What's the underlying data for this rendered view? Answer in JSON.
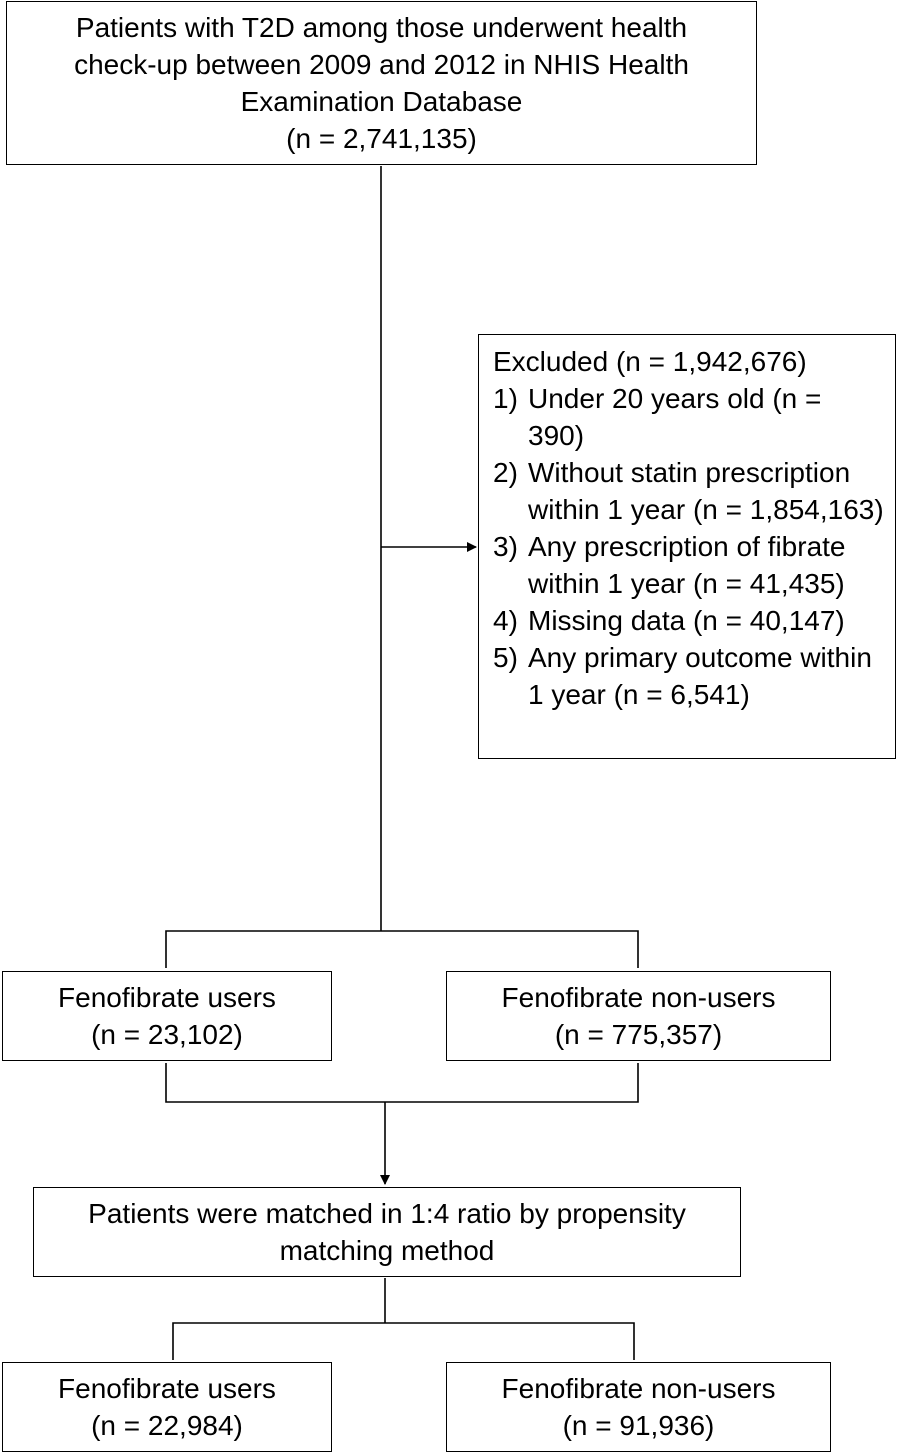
{
  "flowchart": {
    "top_box": {
      "lines": [
        "Patients with T2D among those underwent health",
        "check-up between 2009 and 2012 in NHIS Health",
        "Examination Database",
        "(n = 2,741,135)"
      ]
    },
    "excluded_box": {
      "heading": "Excluded (n = 1,942,676)",
      "items": [
        {
          "num": "1)",
          "text": "Under 20 years old (n = 390)"
        },
        {
          "num": "2)",
          "text": "Without statin prescription within 1 year (n = 1,854,163)"
        },
        {
          "num": "3)",
          "text": "Any prescription of fibrate within 1 year (n = 41,435)"
        },
        {
          "num": "4)",
          "text": "Missing data (n = 40,147)"
        },
        {
          "num": "5)",
          "text": "Any primary outcome within 1 year (n = 6,541)"
        }
      ]
    },
    "users_before_match": {
      "label": "Fenofibrate users",
      "count": "(n = 23,102)"
    },
    "nonusers_before_match": {
      "label": "Fenofibrate non-users",
      "count": "(n = 775,357)"
    },
    "matching_box": {
      "lines": [
        "Patients were matched in 1:4 ratio by propensity",
        "matching method"
      ]
    },
    "users_after_match": {
      "label": "Fenofibrate users",
      "count": "(n = 22,984)"
    },
    "nonusers_after_match": {
      "label": "Fenofibrate non-users",
      "count": "(n = 91,936)"
    }
  }
}
